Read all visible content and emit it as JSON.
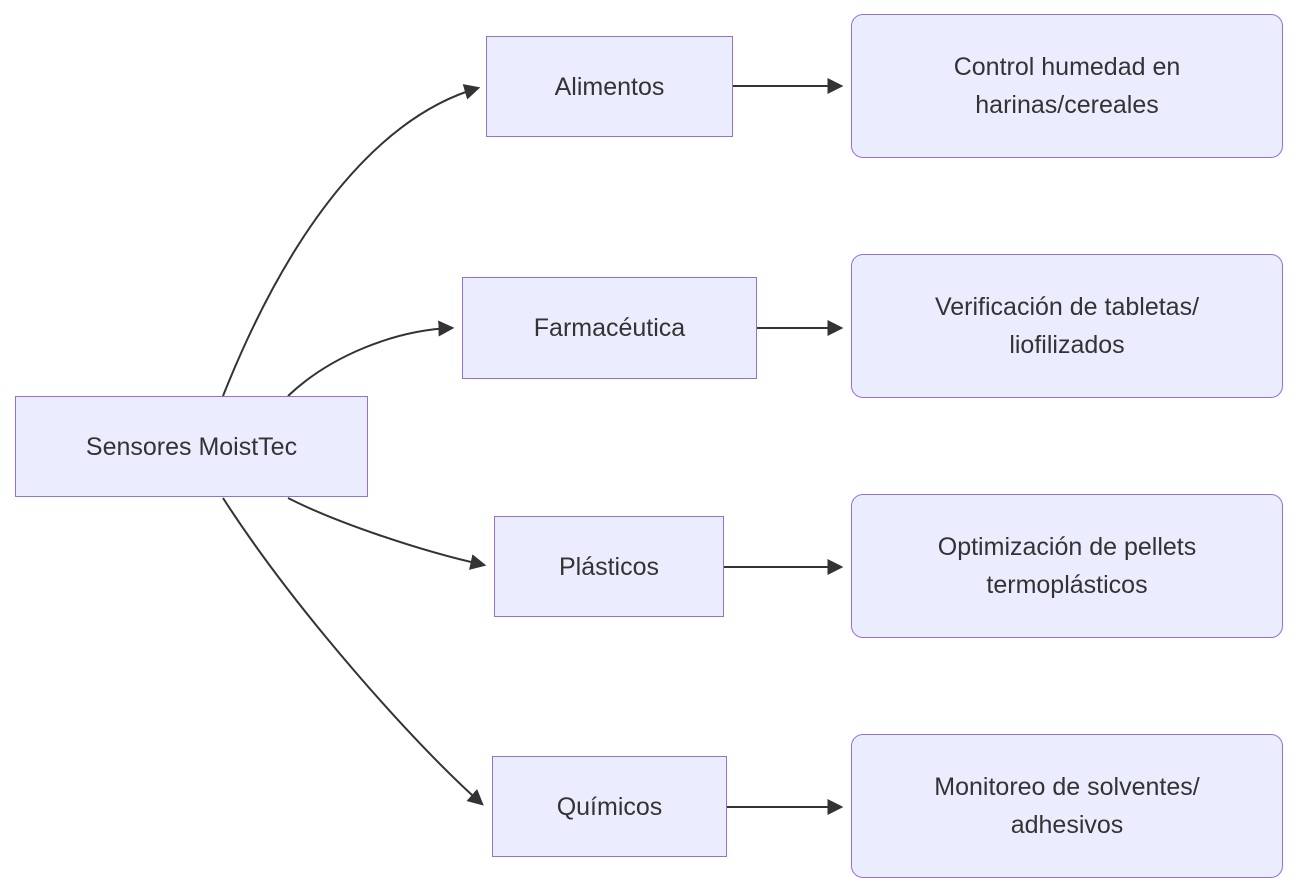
{
  "diagram": {
    "type": "flowchart-left-to-right",
    "root": {
      "label": "Sensores MoistTec"
    },
    "branches": [
      {
        "category": "Alimentos",
        "application_lines": [
          "Control humedad en",
          "harinas/cereales"
        ],
        "application": "Control humedad en harinas/cereales"
      },
      {
        "category": "Farmacéutica",
        "application_lines": [
          "Verificación de tabletas/",
          "liofilizados"
        ],
        "application": "Verificación de tabletas/liofilizados"
      },
      {
        "category": "Plásticos",
        "application_lines": [
          "Optimización de pellets",
          "termoplásticos"
        ],
        "application": "Optimización de pellets termoplásticos"
      },
      {
        "category": "Químicos",
        "application_lines": [
          "Monitoreo de solventes/",
          "adhesivos"
        ],
        "application": "Monitoreo de solventes/adhesivos"
      }
    ],
    "colors": {
      "node_fill": "#ECECFF",
      "node_border": "#9370DB",
      "edge": "#333333",
      "text": "#333333",
      "background": "#FFFFFF"
    }
  }
}
